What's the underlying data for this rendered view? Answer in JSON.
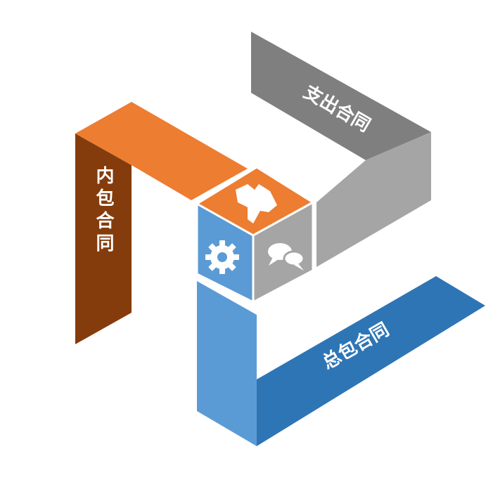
{
  "diagram": {
    "labels": {
      "inner_contract": "内包合同",
      "expense_contract": "支出合同",
      "general_contract": "总包合同"
    },
    "icons": {
      "top_face": "map-icon",
      "left_face": "gear-icon",
      "right_face": "speech-bubbles-icon"
    },
    "colors": {
      "orange": "#ED7D31",
      "orange_dark": "#843C0C",
      "gray_light": "#A5A5A5",
      "gray_dark": "#7F7F7F",
      "blue_light": "#5B9BD5",
      "blue_dark": "#2E75B6"
    }
  }
}
